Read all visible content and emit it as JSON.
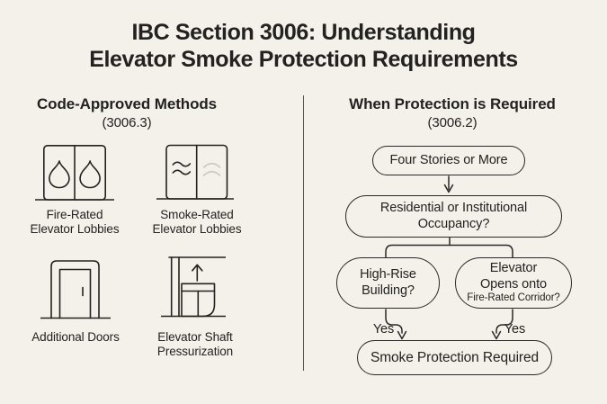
{
  "title": {
    "line1": "IBC Section 3006: Understanding",
    "line2": "Elevator Smoke Protection Requirements"
  },
  "left": {
    "heading": "Code-Approved Methods",
    "code": "(3006.3)",
    "methods": [
      {
        "icon": "fire-rated-lobby-icon",
        "lines": [
          "Fire-Rated",
          "Elevator Lobbies"
        ]
      },
      {
        "icon": "smoke-rated-lobby-icon",
        "lines": [
          "Smoke-Rated",
          "Elevator Lobbies"
        ]
      },
      {
        "icon": "additional-door-icon",
        "lines": [
          "Additional Doors"
        ]
      },
      {
        "icon": "shaft-pressurization-icon",
        "lines": [
          "Elevator Shaft",
          "Pressurization"
        ]
      }
    ]
  },
  "right": {
    "heading": "When Protection is Required",
    "code": "(3006.2)",
    "flow": {
      "four_stories": "Four Stories or More",
      "occupancy_line1": "Residential or Institutional",
      "occupancy_line2": "Occupancy?",
      "highrise_line1": "High-Rise",
      "highrise_line2": "Building?",
      "elevator_line1": "Elevator",
      "elevator_line2": "Opens onto",
      "elevator_line3": "Fire-Rated Corridor?",
      "yes_left": "Yes",
      "yes_right": "Yes",
      "result": "Smoke Protection Required"
    }
  },
  "colors": {
    "background": "#f4f1eb",
    "ink": "#232220",
    "line": "#2a2927",
    "light_smoke": "#cdc9c2"
  }
}
